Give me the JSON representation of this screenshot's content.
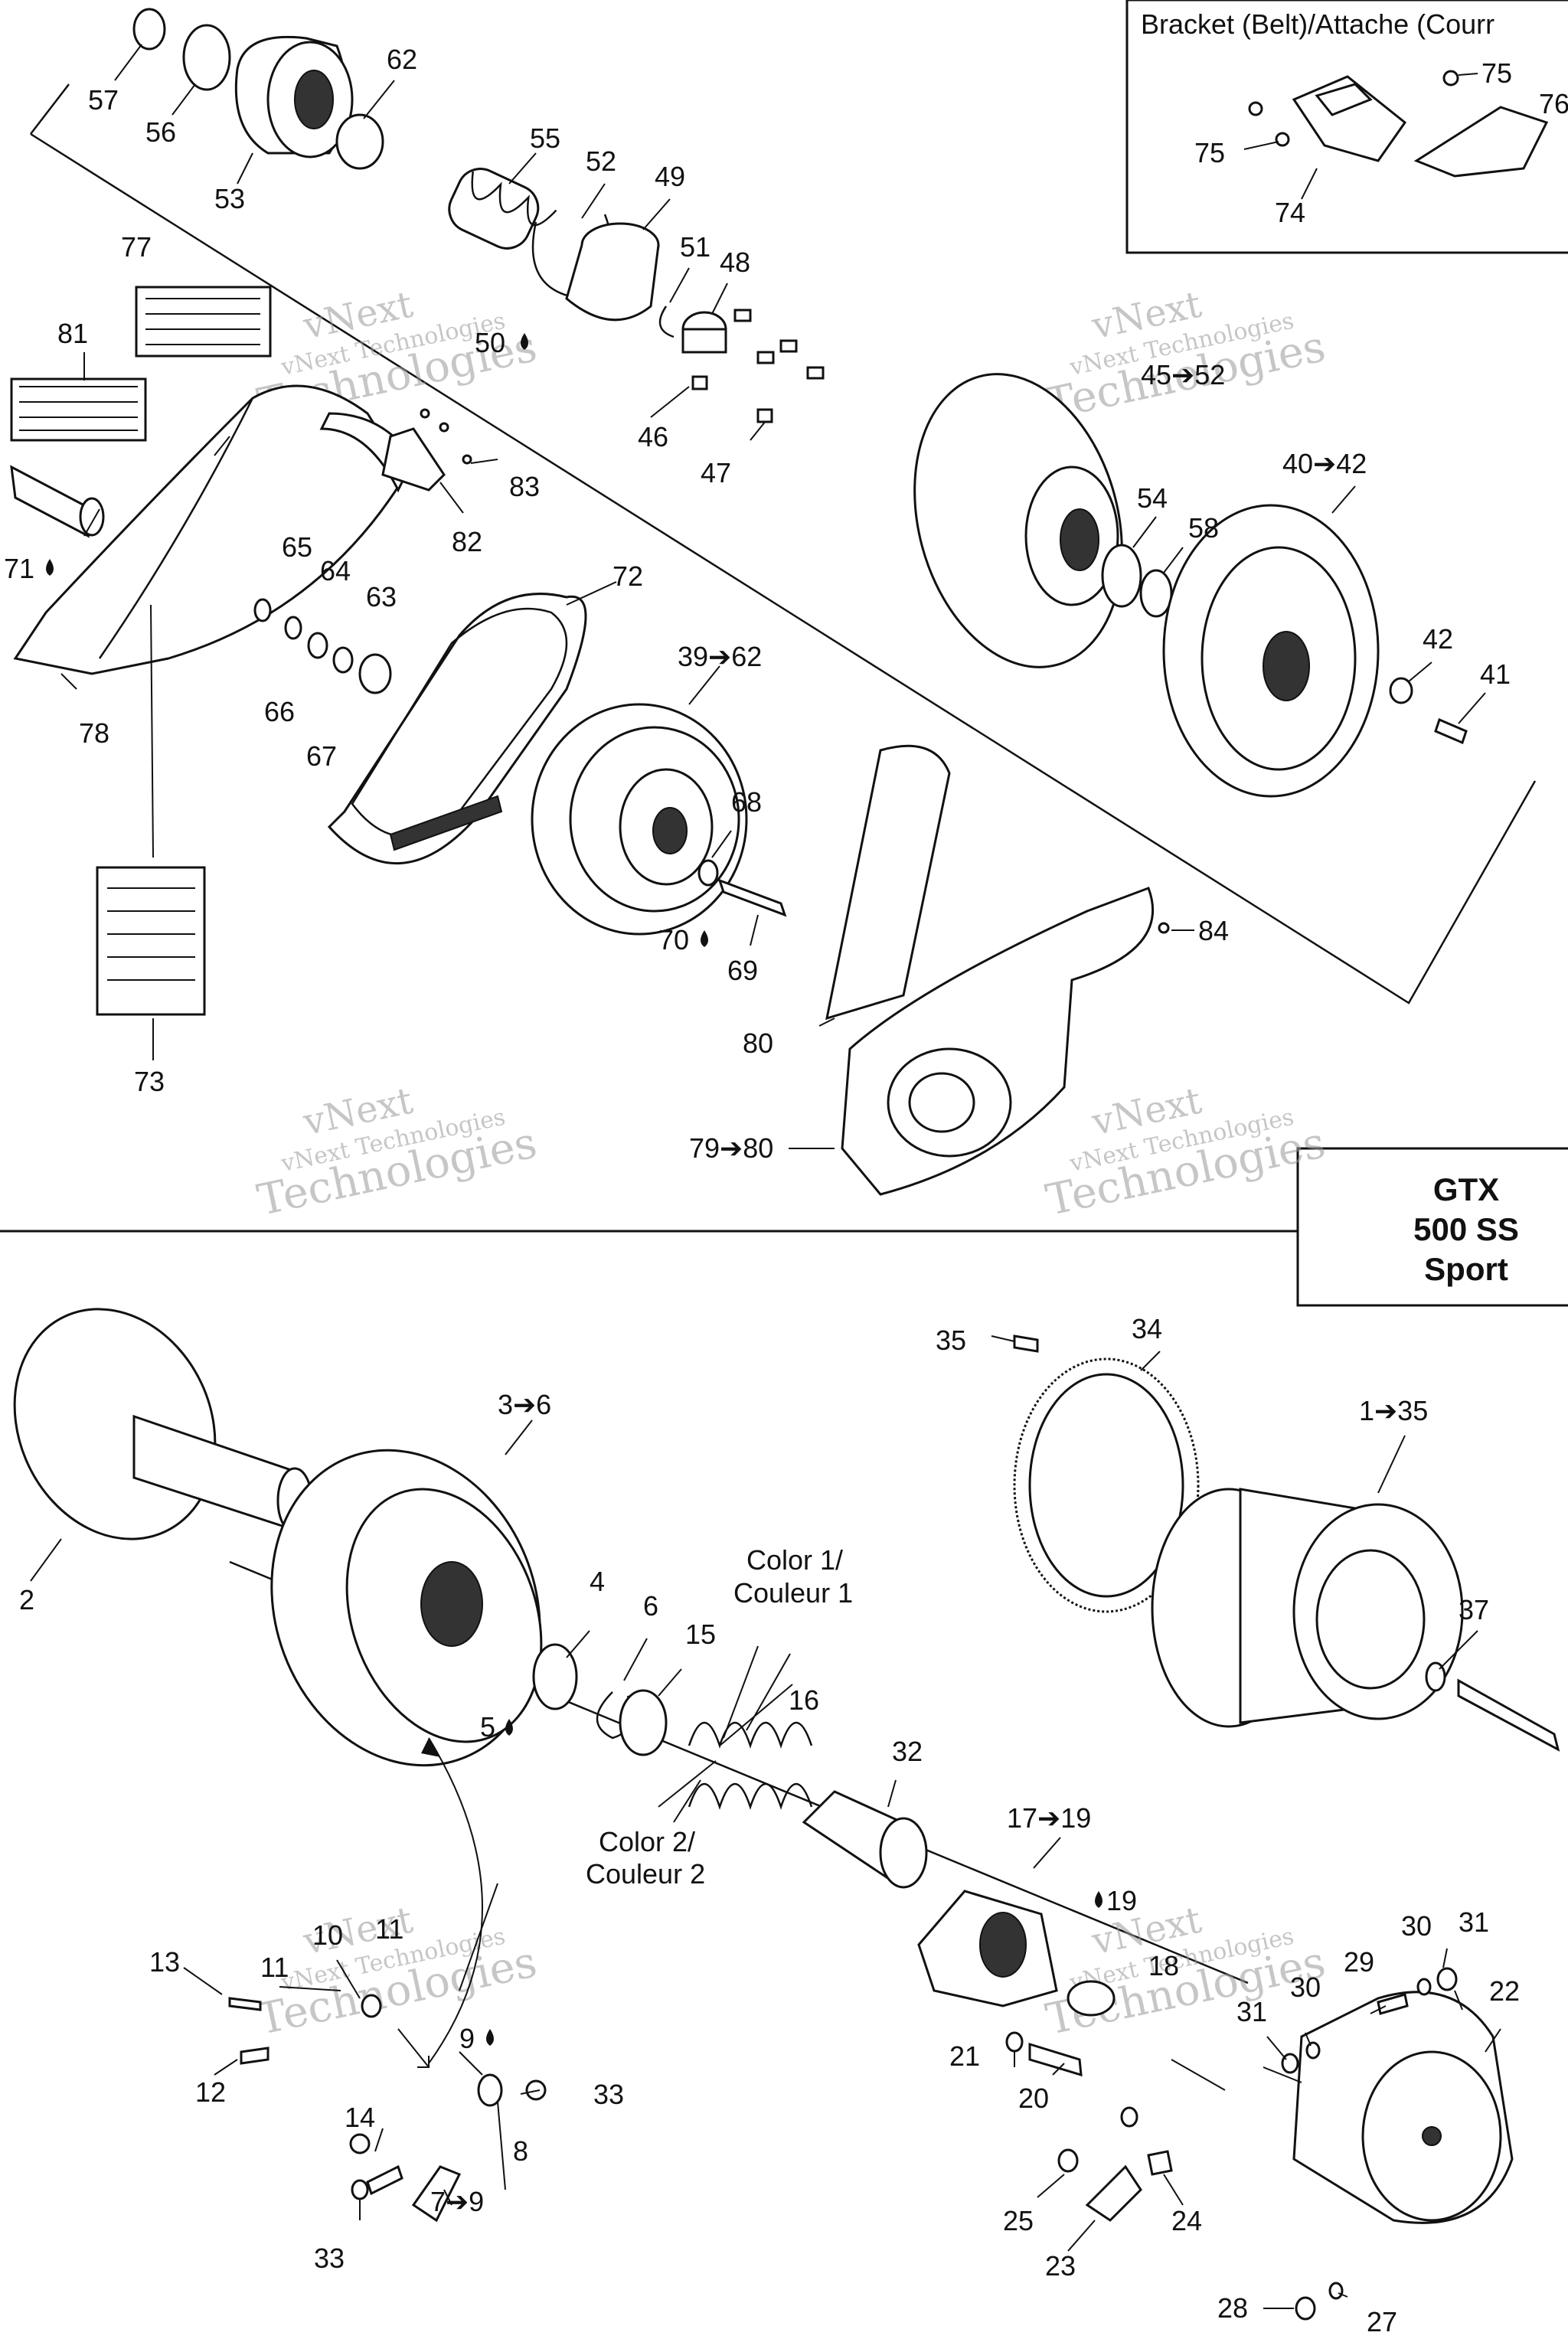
{
  "inset": {
    "title": "Bracket (Belt)/Attache (Courr",
    "labels": [
      "75",
      "76",
      "75",
      "74"
    ]
  },
  "model_box": {
    "line1": "GTX",
    "line2": "500 SS",
    "line3": "Sport"
  },
  "watermark": {
    "line1": "vNext",
    "line2": "vNext Technologies",
    "line3": "Technologies"
  },
  "top_labels": {
    "l57": "57",
    "l56": "56",
    "l53": "53",
    "l62": "62",
    "l55": "55",
    "l52": "52",
    "l49": "49",
    "l51": "51",
    "l48": "48",
    "l50": "50",
    "l46": "46",
    "l47": "47",
    "l77": "77",
    "l81": "81",
    "l83": "83",
    "l82": "82",
    "l71": "71",
    "l65": "65",
    "l64": "64",
    "l63": "63",
    "l66": "66",
    "l67": "67",
    "l78": "78",
    "l72": "72",
    "l3962": "39➔62",
    "l68": "68",
    "l70": "70",
    "l69": "69",
    "l4552": "45➔52",
    "l4042": "40➔42",
    "l54": "54",
    "l58": "58",
    "l42": "42",
    "l41": "41",
    "l84": "84",
    "l80": "80",
    "l7980": "79➔80",
    "l73": "73"
  },
  "bottom_labels": {
    "l2": "2",
    "l36": "3➔6",
    "l4": "4",
    "l6": "6",
    "l15": "15",
    "l5": "5",
    "l16": "16",
    "l32": "32",
    "l1719": "17➔19",
    "l19": "19",
    "l18": "18",
    "l21": "21",
    "l20": "20",
    "l35": "35",
    "l34": "34",
    "l135": "1➔35",
    "l37": "37",
    "l30a": "30",
    "l31a": "31",
    "l29": "29",
    "l22": "22",
    "l31b": "31",
    "l30b": "30",
    "l10": "10",
    "l11a": "11",
    "l11b": "11",
    "l13": "13",
    "l12": "12",
    "l9": "9",
    "l33a": "33",
    "l14": "14",
    "l8": "8",
    "l79": "7➔9",
    "l33b": "33",
    "l25": "25",
    "l24": "24",
    "l23": "23",
    "l28": "28",
    "l27": "27",
    "color1_a": "Color 1/",
    "color1_b": "Couleur 1",
    "color2_a": "Color 2/",
    "color2_b": "Couleur 2"
  }
}
